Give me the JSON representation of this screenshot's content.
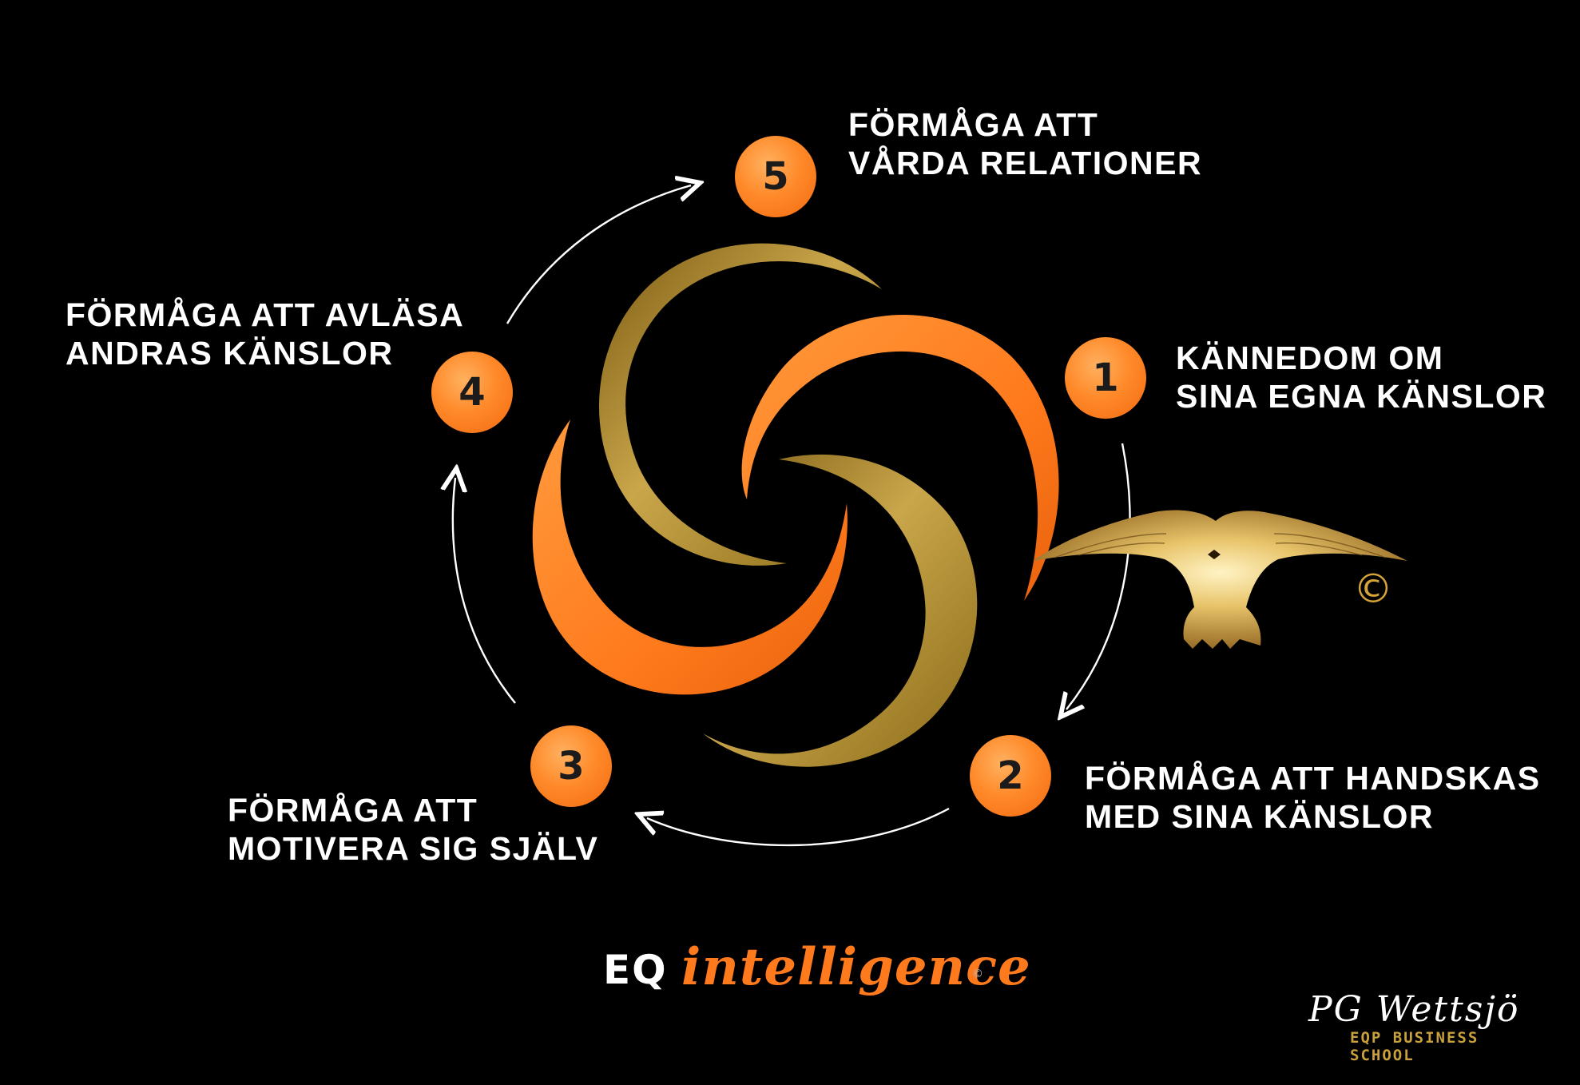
{
  "steps": [
    {
      "number": "1",
      "label": "KÄNNEDOM OM\nSINA EGNA KÄNSLOR"
    },
    {
      "number": "2",
      "label": "FÖRMÅGA ATT HANDSKAS\nMED SINA KÄNSLOR"
    },
    {
      "number": "3",
      "label": "FÖRMÅGA ATT\nMOTIVERA SIG SJÄLV"
    },
    {
      "number": "4",
      "label": "FÖRMÅGA ATT AVLÄSA\nANDRAS KÄNSLOR"
    },
    {
      "number": "5",
      "label": "FÖRMÅGA ATT\nVÅRDA RELATIONER"
    }
  ],
  "logo": {
    "text_eq": "EQ",
    "text_word": "intelligence",
    "copyright_symbol": "©"
  },
  "signature": {
    "name": "PG Wettsjö",
    "school": "EQP BUSINESS SCHOOL"
  },
  "bird_copyright": "©",
  "colors": {
    "background": "#000000",
    "accent_orange": "#ff7a1c",
    "gold": "#c9a13c"
  }
}
